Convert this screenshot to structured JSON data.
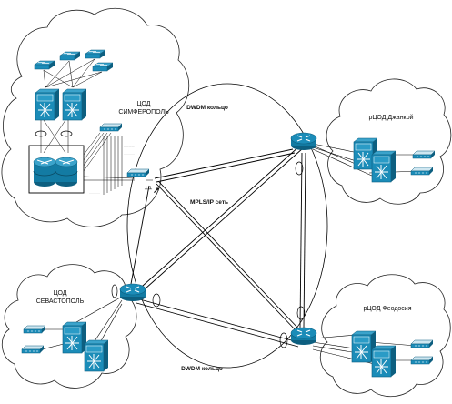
{
  "sites": {
    "simferopol": {
      "line1": "ЦОД",
      "line2": "СИМФЕРОПОЛЬ"
    },
    "sevastopol": {
      "line1": "ЦОД",
      "line2": "СЕВАСТОПОЛЬ"
    },
    "dzhankoy": {
      "label": "рЦОД Джанкой"
    },
    "feodosia": {
      "label": "рЦОД Феодосия"
    }
  },
  "links": {
    "dwdm_top": "DWDM кольцо",
    "dwdm_bottom": "DWDM кольцо",
    "mpls": "MPLS/IP сеть"
  },
  "icons": {
    "cloud": "cloud-icon",
    "router": "router-icon",
    "switch": "workgroup-switch-icon",
    "core_switch": "layer3-switch-icon",
    "storage": "storage-icon",
    "access": "access-switch-icon"
  },
  "colors": {
    "device_blue": "#1b8cb8",
    "device_dark": "#0d5f80",
    "line": "#000000"
  }
}
